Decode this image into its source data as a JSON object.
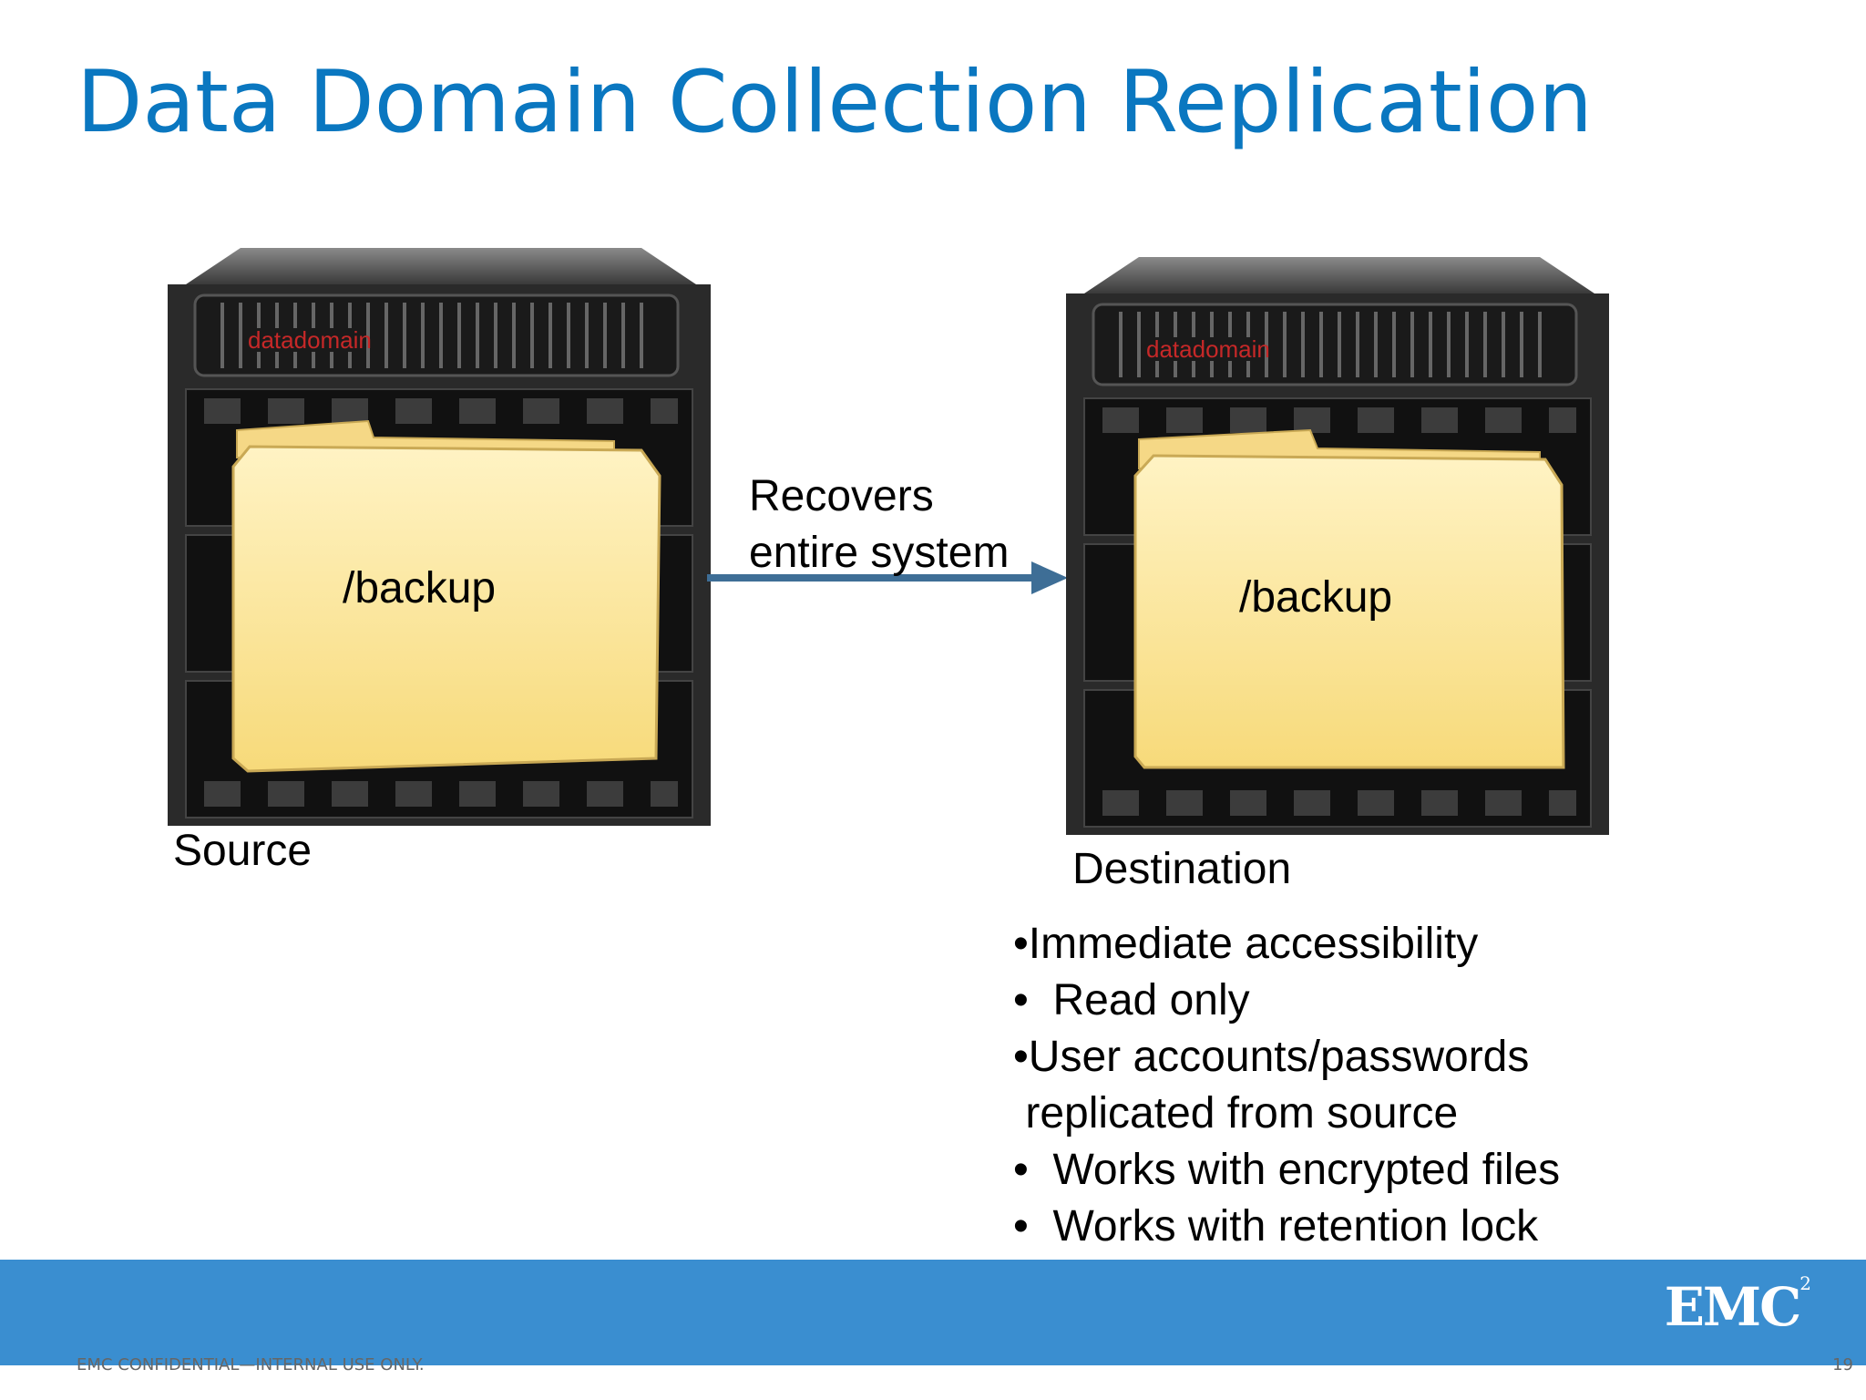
{
  "slide": {
    "title": "Data Domain Collection Replication"
  },
  "source": {
    "label": "Source",
    "folder_label": "/backup",
    "brand_text": "datadomain"
  },
  "destination": {
    "label": "Destination",
    "folder_label": "/backup",
    "brand_text": "datadomain"
  },
  "arrow": {
    "line1": "Recovers",
    "line2": "entire system"
  },
  "bullets": [
    "•Immediate accessibility",
    "•  Read only",
    "•User accounts/passwords",
    " replicated from source",
    "•  Works with encrypted files",
    "•  Works with retention lock"
  ],
  "footer": {
    "logo": "EMC",
    "logo_sup": "2",
    "confidential": "EMC CONFIDENTIAL—INTERNAL USE ONLY.",
    "page_number": "19"
  },
  "colors": {
    "title": "#0A77C0",
    "footer_band": "#3A8ED0",
    "arrow": "#3E6E96",
    "folder": "#FCE49A"
  }
}
